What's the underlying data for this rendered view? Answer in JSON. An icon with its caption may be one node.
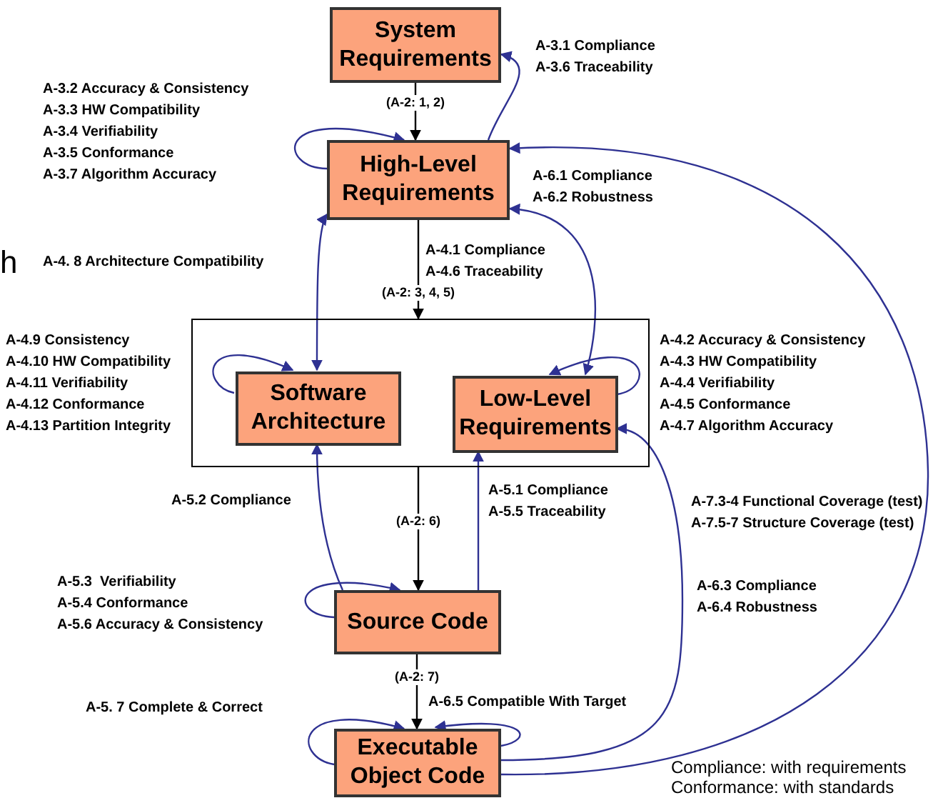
{
  "diagram": {
    "nodes": [
      {
        "text": [
          "System Requirements"
        ]
      },
      {
        "text": [
          "High-Level Requirements"
        ]
      },
      {
        "text": [],
        "shape": "box"
      },
      {
        "text": [
          "Software Architecture"
        ],
        "in": 2
      },
      {
        "text": [
          "Low-Level Requirements"
        ],
        "in": 2
      },
      {
        "text": [
          "Source Code"
        ]
      },
      {
        "text": [
          "Executable Object Code"
        ]
      }
    ],
    "edges": [
      {
        "from": 0,
        "to": 1,
        "arrow": "to",
        "label": "(A-2: 1, 2)",
        "color": "#000000"
      },
      {
        "from": 1,
        "to": 2,
        "arrow": "to",
        "label": "(A-2: 3, 4, 5)",
        "color": "#000000"
      },
      {
        "from": 2,
        "to": 5,
        "arrow": "to",
        "label": "(A-2: 6)",
        "color": "#000000"
      },
      {
        "from": 5,
        "to": 6,
        "arrow": "to",
        "label": "(A-2: 7)",
        "color": "#000000"
      },
      {
        "from": 1,
        "to": 1,
        "arrow": "to"
      },
      {
        "from": 1,
        "to": 0,
        "arrow": "to"
      },
      {
        "from": 1,
        "to": 3,
        "arrow": "both"
      },
      {
        "from": 1,
        "to": 4,
        "arrow": "both"
      },
      {
        "from": 3,
        "to": 3,
        "arrow": "to"
      },
      {
        "from": 4,
        "to": 4,
        "arrow": "to"
      },
      {
        "from": 5,
        "to": 3,
        "arrow": "to"
      },
      {
        "from": 5,
        "to": 4,
        "arrow": "to"
      },
      {
        "from": 5,
        "to": 5,
        "arrow": "to"
      },
      {
        "from": 6,
        "to": 6,
        "arrow": "to"
      },
      {
        "from": 6,
        "to": 6,
        "arrow": "to"
      },
      {
        "from": 6,
        "to": 4,
        "arrow": "to"
      },
      {
        "from": 6,
        "to": 1,
        "arrow": "to"
      }
    ],
    "labels": [
      "A-3.1 Compliance",
      "A-3.6 Traceability",
      "A-3.2 Accuracy & Consistency",
      "A-3.3 HW Compatibility",
      "A-3.4 Verifiability",
      "A-3.5 Conformance",
      "A-3.7 Algorithm Accuracy",
      "A-6.1 Compliance",
      "A-6.2 Robustness",
      "A-4. 8 Architecture Compatibility",
      "A-4.1 Compliance",
      "A-4.6 Traceability",
      "h",
      "A-4.9 Consistency",
      "A-4.10 HW Compatibility",
      "A-4.11 Verifiability",
      "A-4.12 Conformance",
      "A-4.13 Partition Integrity",
      "A-4.2 Accuracy & Consistency",
      "A-4.3 HW Compatibility",
      "A-4.4 Verifiability",
      "A-4.5 Conformance",
      "A-4.7 Algorithm Accuracy",
      "A-5.2 Compliance",
      "A-5.1 Compliance",
      "A-5.5 Traceability",
      "A-7.3-4 Functional Coverage (test)",
      "A-7.5-7 Structure Coverage (test)",
      "A-5.3  Verifiability",
      "A-5.4 Conformance",
      "A-5.6 Accuracy & Consistency",
      "A-6.3 Compliance",
      "A-6.4 Robustness",
      "A-5. 7 Complete & Correct",
      "A-6.5 Compatible With Target",
      "Compliance: with requirements",
      "Conformance: with standards"
    ]
  }
}
